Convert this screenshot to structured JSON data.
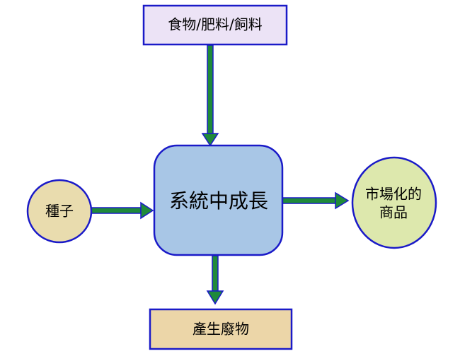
{
  "diagram": {
    "nodes": {
      "input_top": {
        "label": "食物/肥料/飼料"
      },
      "seed": {
        "label": "種子"
      },
      "system": {
        "label": "系統中成長"
      },
      "product": {
        "line1": "市場化的",
        "line2": "商品"
      },
      "waste": {
        "label": "產生廢物"
      }
    },
    "colors": {
      "border": "#1a1ac8",
      "arrow_fill": "#1f8a3a",
      "arrow_outline": "#1a1ac8",
      "input_top_fill": "#ece3f6",
      "seed_fill": "#e9dcae",
      "system_fill": "#a8c6e6",
      "product_fill": "#dde8ad",
      "waste_fill": "#ecd6a8"
    }
  }
}
